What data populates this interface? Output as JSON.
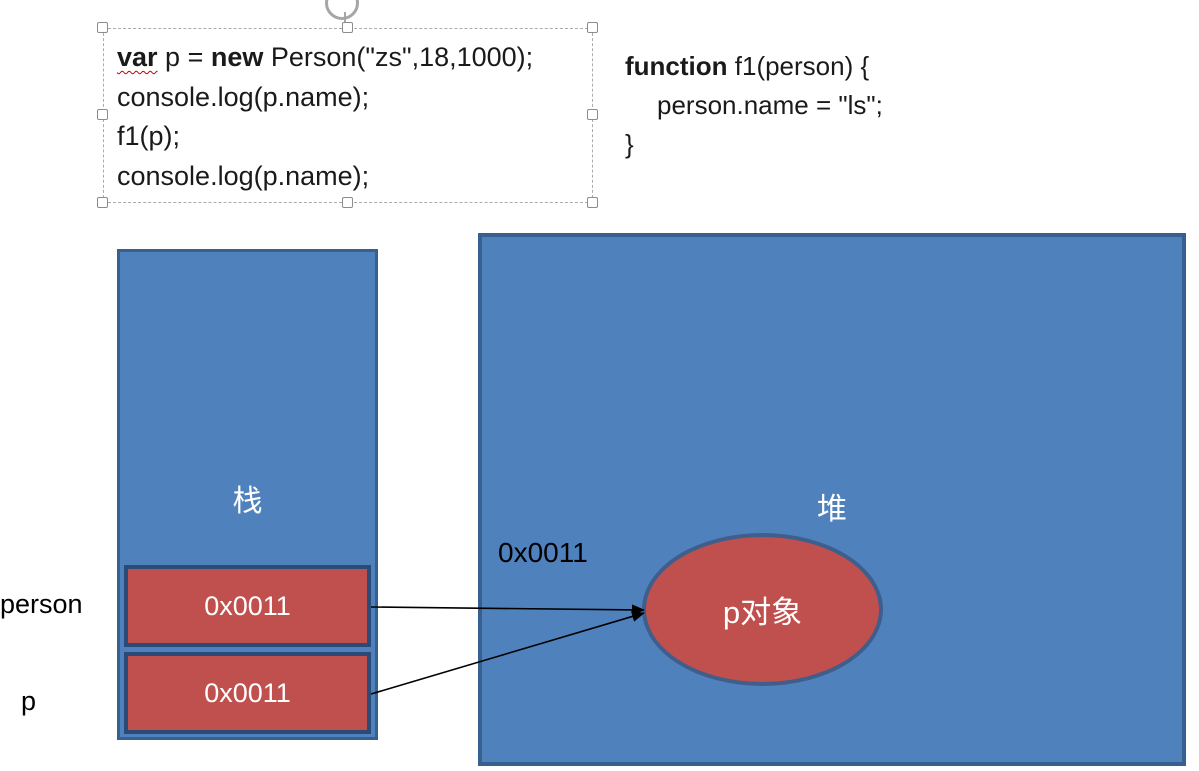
{
  "colors": {
    "region_fill": "#4f81bd",
    "region_border": "#36618e",
    "cell_fill": "#c0504d",
    "cell_border": "#2b4b76",
    "ellipse_border": "#3f5e8c",
    "spellcheck_underline": "#c00000"
  },
  "code_snippet_main": {
    "keyword_var": "var",
    "segment_after_var": " p = ",
    "keyword_new": "new",
    "segment_after_new": " Person(\"zs\",18,1000);",
    "line_2": "console.log(p.name);",
    "line_3": "f1(p);",
    "line_4": "console.log(p.name);"
  },
  "code_snippet_function": {
    "keyword_function": "function",
    "line_1_rest": " f1(person) {",
    "line_2": "person.name = \"ls\";",
    "line_3": "}"
  },
  "stack": {
    "label": "栈",
    "slots": [
      {
        "name": "person",
        "value": "0x0011"
      },
      {
        "name": "p",
        "value": "0x0011"
      }
    ]
  },
  "heap": {
    "label": "堆",
    "address_label": "0x0011",
    "object_label": "p对象"
  }
}
